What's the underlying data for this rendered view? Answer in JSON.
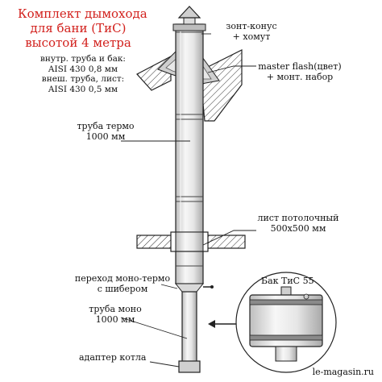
{
  "title": {
    "line1": "Комплект дымохода",
    "line2": "для бани (ТиС)",
    "line3": "высотой 4 метра"
  },
  "specs": {
    "line1": "внутр. труба и бак:",
    "line2": "AISI 430 0,8 мм",
    "line3": "внеш. труба, лист:",
    "line4": "AISI 430 0,5 мм"
  },
  "labels": {
    "cone_line1": "зонт-конус",
    "cone_line2": "+ хомут",
    "masterflash_line1": "master flash(цвет)",
    "masterflash_line2": "+ монт. набор",
    "pipe_thermo_line1": "труба термо",
    "pipe_thermo_line2": "1000 мм",
    "ceiling_sheet_line1": "лист потолочный",
    "ceiling_sheet_line2": "500x500 мм",
    "transition_line1": "переход моно-термо",
    "transition_line2": "с шибером",
    "pipe_mono_line1": "труба моно",
    "pipe_mono_line2": "1000 мм",
    "boiler_adapter": "адаптер котла",
    "tank": "Бак ТиС 55"
  },
  "watermark": "le-magasin.ru",
  "colors": {
    "title": "#d2201c",
    "line": "#222222",
    "metal_light": "#f2f2f2",
    "metal_mid": "#cfcfcf",
    "metal_dark": "#9a9a9a"
  }
}
